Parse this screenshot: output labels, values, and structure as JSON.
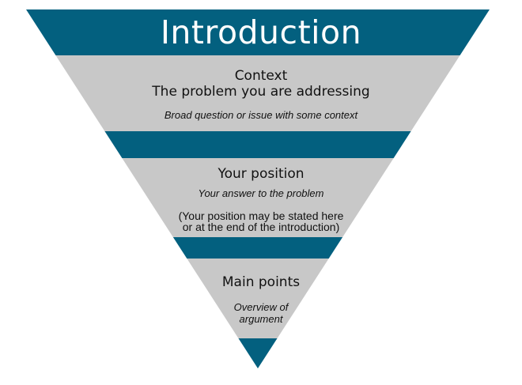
{
  "title": "Introduction",
  "sections": [
    {
      "heading_line1": "Context",
      "heading_line2": "The problem you are addressing",
      "description": "Broad question or issue with some context"
    },
    {
      "heading": "Your position",
      "description": "Your answer to the problem",
      "note_line1": "(Your position may be stated here",
      "note_line2": "or at the end of the introduction)"
    },
    {
      "heading": "Main points",
      "description_line1": "Overview of",
      "description_line2": "argument"
    }
  ],
  "colors": {
    "band_dark": "#03607f",
    "band_light": "#c8c8c8"
  }
}
